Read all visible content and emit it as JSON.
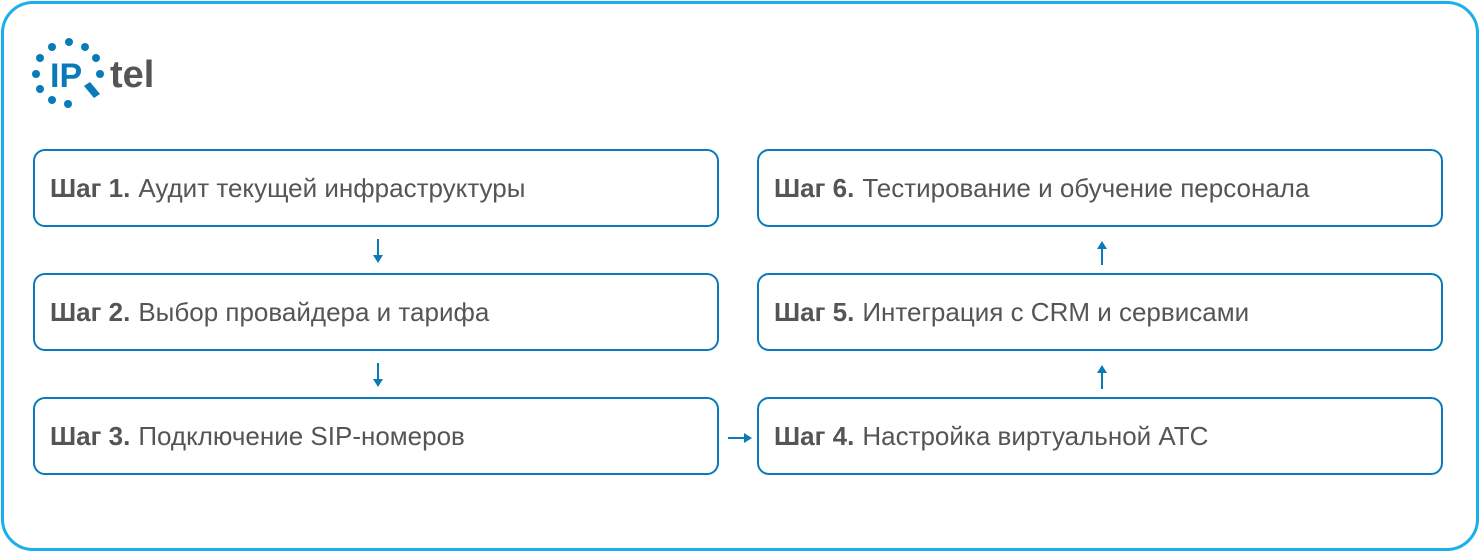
{
  "logo": {
    "text_ip": "IP",
    "text_tel": "tel"
  },
  "steps": [
    {
      "num": "Шаг 1.",
      "text": "Аудит текущей инфраструктуры"
    },
    {
      "num": "Шаг 2.",
      "text": "Выбор провайдера и тарифа"
    },
    {
      "num": "Шаг 3.",
      "text": "Подключение SIP-номеров"
    },
    {
      "num": "Шаг 4.",
      "text": "Настройка виртуальной АТС"
    },
    {
      "num": "Шаг 5.",
      "text": "Интеграция с CRM и сервисами"
    },
    {
      "num": "Шаг 6.",
      "text": "Тестирование и обучение персонала"
    }
  ],
  "colors": {
    "frame": "#1aaeea",
    "box": "#0a7bb8",
    "text": "#555555",
    "logo_blue": "#0a7bb8",
    "logo_gray": "#555555"
  }
}
